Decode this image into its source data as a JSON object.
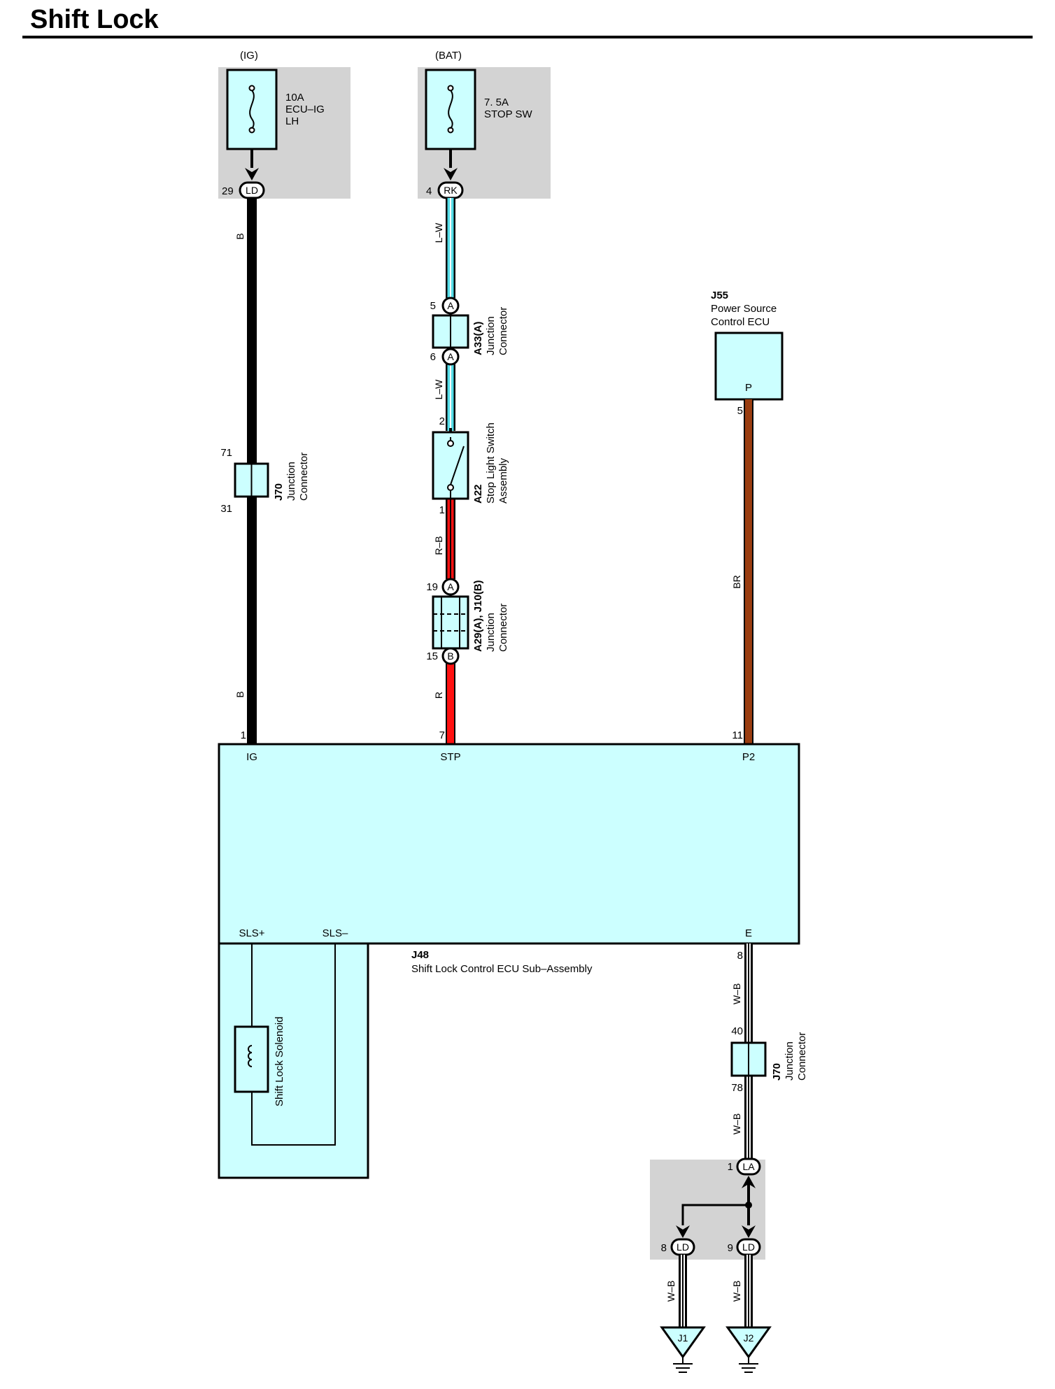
{
  "title": "Shift Lock",
  "colors": {
    "component_fill": "#ccffff",
    "fuse_box_fill": "#d3d3d3",
    "wire_black": "#000000",
    "wire_blue": "#55dde8",
    "wire_red": "#ff1111",
    "wire_brown": "#9a3d10",
    "wire_white": "#ffffff"
  },
  "fuses": [
    {
      "source": "(IG)",
      "rating": "10A",
      "name_line1": "ECU–IG",
      "name_line2": "LH",
      "pin": "29",
      "conn": "LD"
    },
    {
      "source": "(BAT)",
      "rating": "7. 5A",
      "name_line1": "STOP SW",
      "name_line2": "",
      "pin": "4",
      "conn": "RK"
    }
  ],
  "wires": {
    "ig_upper": "B",
    "ig_lower": "B",
    "stp_1": "L–W",
    "stp_2": "L–W",
    "stp_3": "R–B",
    "stp_4": "R",
    "p2": "BR",
    "e_1": "W–B",
    "e_2": "W–B",
    "gnd_1": "W–B",
    "gnd_2": "W–B"
  },
  "j70_ig": {
    "id": "J70",
    "name_line1": "Junction",
    "name_line2": "Connector",
    "pin_top": "71",
    "pin_bottom": "31"
  },
  "a33": {
    "id": "A33(A)",
    "name_line1": "Junction",
    "name_line2": "Connector",
    "pin_top": "5",
    "pin_bottom": "6",
    "conn": "A"
  },
  "a22": {
    "id": "A22",
    "name_line1": "Stop Light Switch",
    "name_line2": "Assembly",
    "pin_top": "2",
    "pin_bottom": "1"
  },
  "a29": {
    "id": "A29(A), J10(B)",
    "name_line1": "Junction",
    "name_line2": "Connector",
    "pin_top": "19",
    "pin_bottom": "15",
    "conn_top": "A",
    "conn_bottom": "B"
  },
  "j55": {
    "id": "J55",
    "name_line1": "Power Source",
    "name_line2": "Control ECU",
    "terminal": "P",
    "pin": "5"
  },
  "j48": {
    "id": "J48",
    "name": "Shift Lock Control ECU Sub–Assembly",
    "pin_ig": "1",
    "term_ig": "IG",
    "pin_stp": "7",
    "term_stp": "STP",
    "pin_p2": "11",
    "term_p2": "P2",
    "term_sls_plus": "SLS+",
    "term_sls_minus": "SLS–",
    "term_e": "E",
    "pin_e": "8"
  },
  "solenoid": {
    "name": "Shift Lock Solenoid"
  },
  "j70_e": {
    "id": "J70",
    "name_line1": "Junction",
    "name_line2": "Connector",
    "pin_top": "40",
    "pin_bottom": "78"
  },
  "ground_junction": {
    "pin_la": "1",
    "conn_la": "LA",
    "pin_left": "8",
    "conn_left": "LD",
    "pin_right": "9",
    "conn_right": "LD"
  },
  "grounds": [
    {
      "id": "J1"
    },
    {
      "id": "J2"
    }
  ]
}
